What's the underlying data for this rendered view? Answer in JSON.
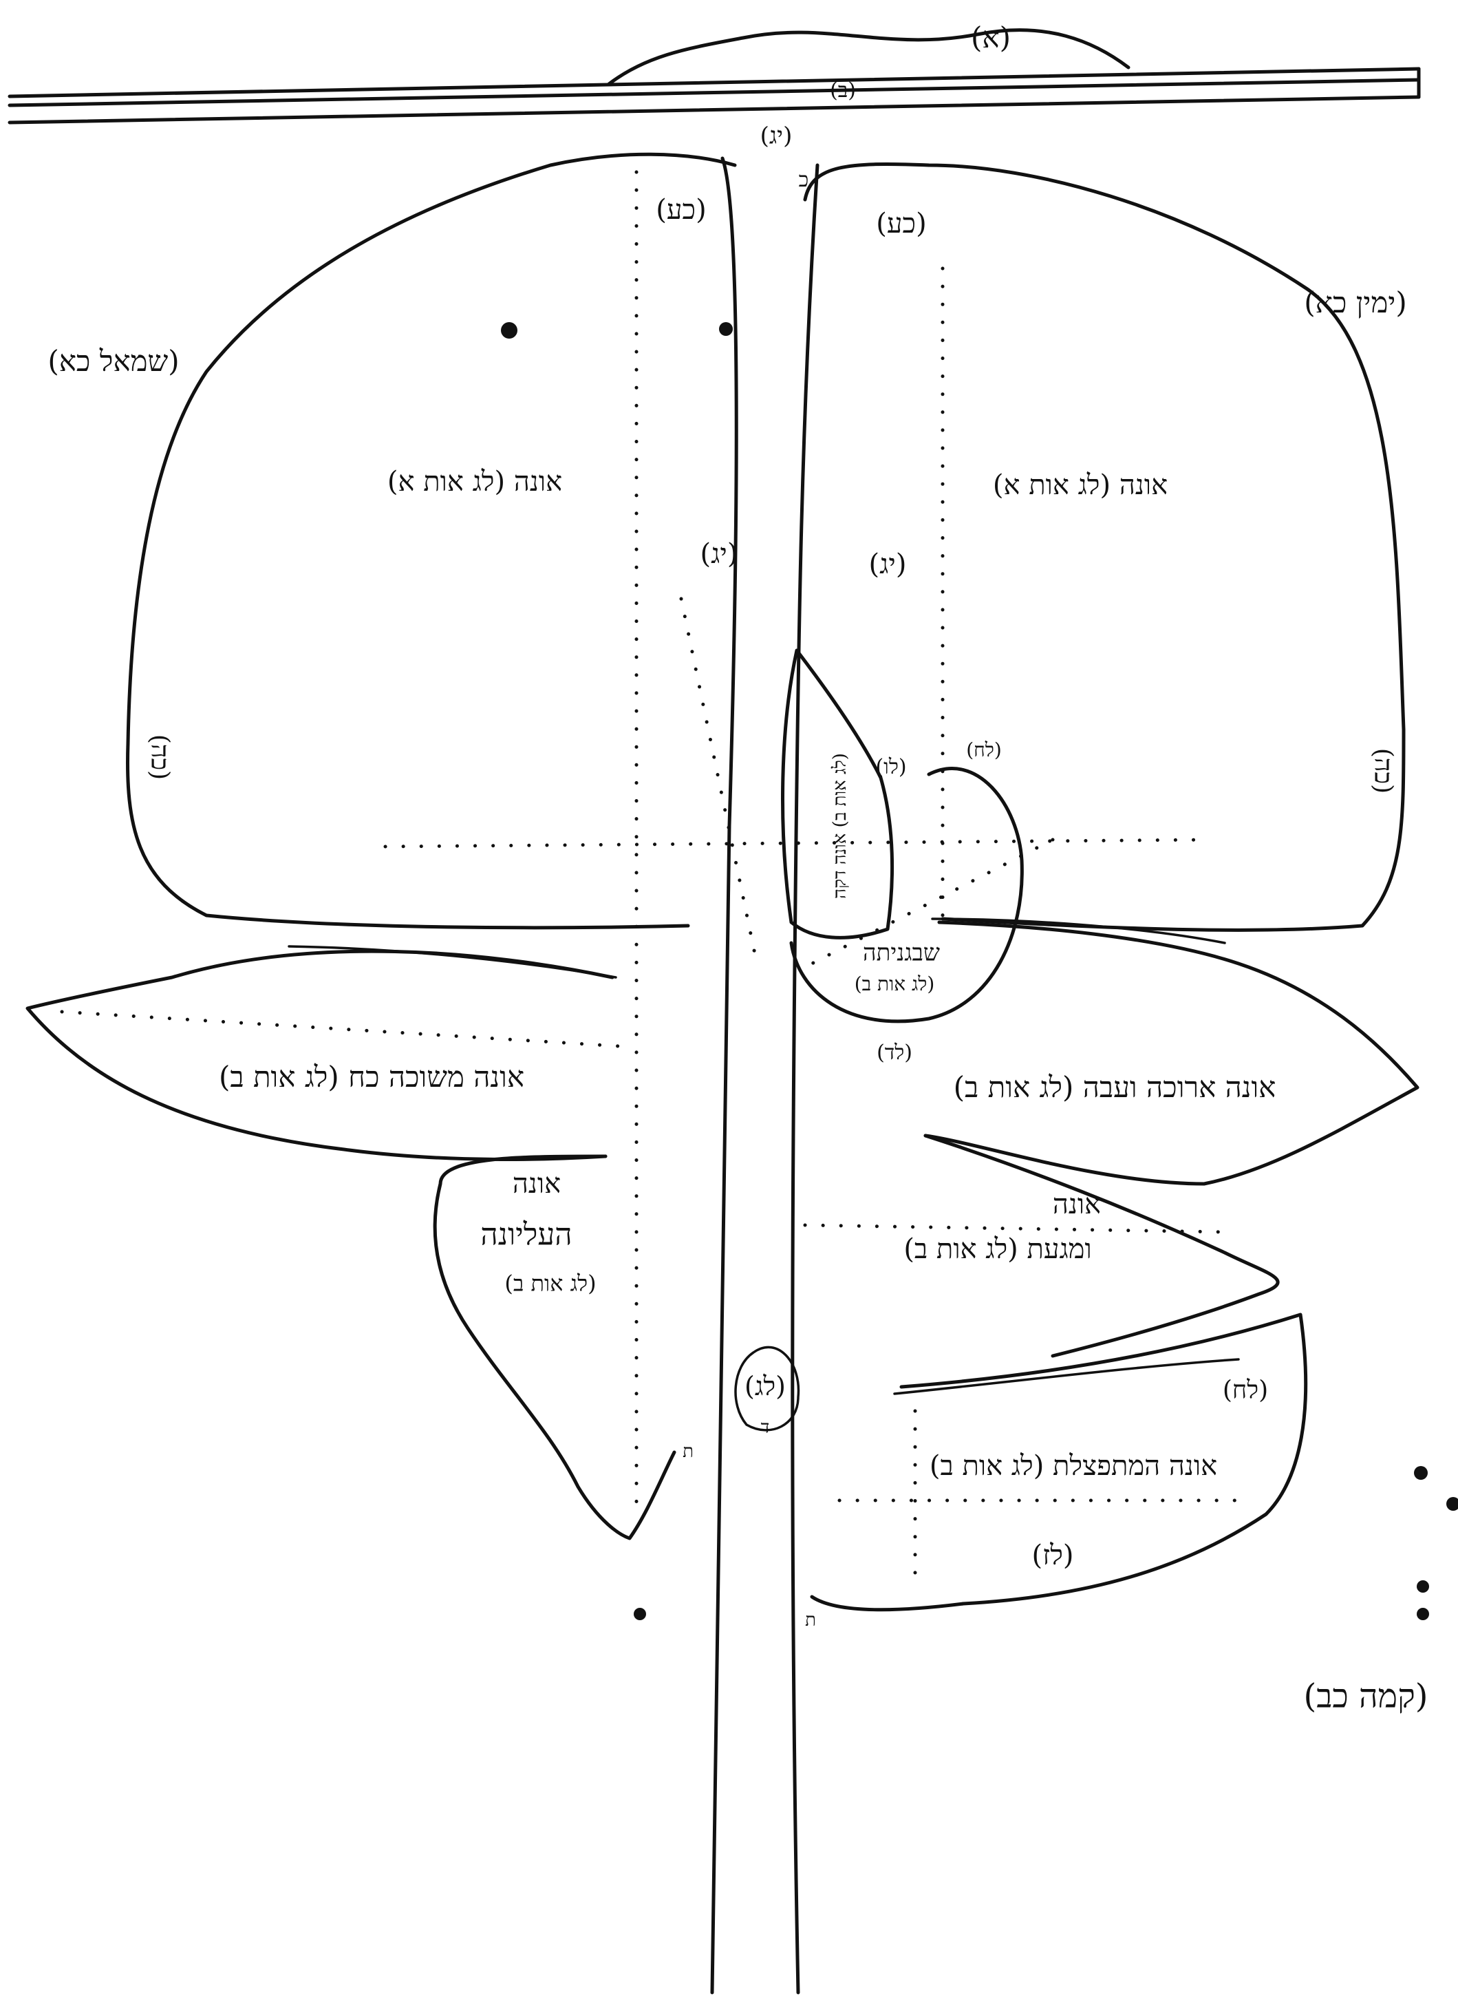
{
  "labels": {
    "top_alef": "(א)",
    "bar_bet": "(ב)",
    "yud_gimel_top": "(יג)",
    "kaf_small": "כ",
    "kaf_ayin_left": "(כע)",
    "kaf_ayin_right": "(כע)",
    "smol_kaf_alef": "(שמאל כא)",
    "yamin_kaf_alef": "(ימין כא)",
    "lobe_left_top": "אונה (לג אות א)",
    "lobe_right_top": "אונה (לג אות א)",
    "yud_gimel_left": "(יג)",
    "yud_gimel_right": "(יג)",
    "heh_left": "(כה)",
    "heh_right": "(כה)",
    "lamed_vav": "(לו)",
    "lamed_het": "(לח)",
    "lobe_small_vertical": "(לג אות ב) אונה דקה",
    "heart_label": "שבגניתה",
    "heart_label_2": "(לג אות ב)",
    "lamed_dalet": "(לד)",
    "left_mid_lobe": "אונה משוכה כח (לג אות ב)",
    "right_mid_lobe": "אונה ארוכה ועבה (לג אות ב)",
    "left_lower_lobe_1": "אונה",
    "left_lower_lobe_2": "העליונה",
    "left_lower_lobe_3": "(לג אות ב)",
    "right_lower_lobe_1": "אונה",
    "right_lower_lobe_2": "ומגעת (לג אות ב)",
    "lamed_gimel_center": "(לג)",
    "lamed_gimel_sub": "ד",
    "lamed_het_lower": "(לח)",
    "bottom_lobe": "אונה המתפצלת (לג אות ב)",
    "bottom_lobe_sub": "(לז)",
    "tav_left": "ת",
    "tav_right": "ת",
    "kamah_kaf_bet": "(קמה כב)"
  }
}
